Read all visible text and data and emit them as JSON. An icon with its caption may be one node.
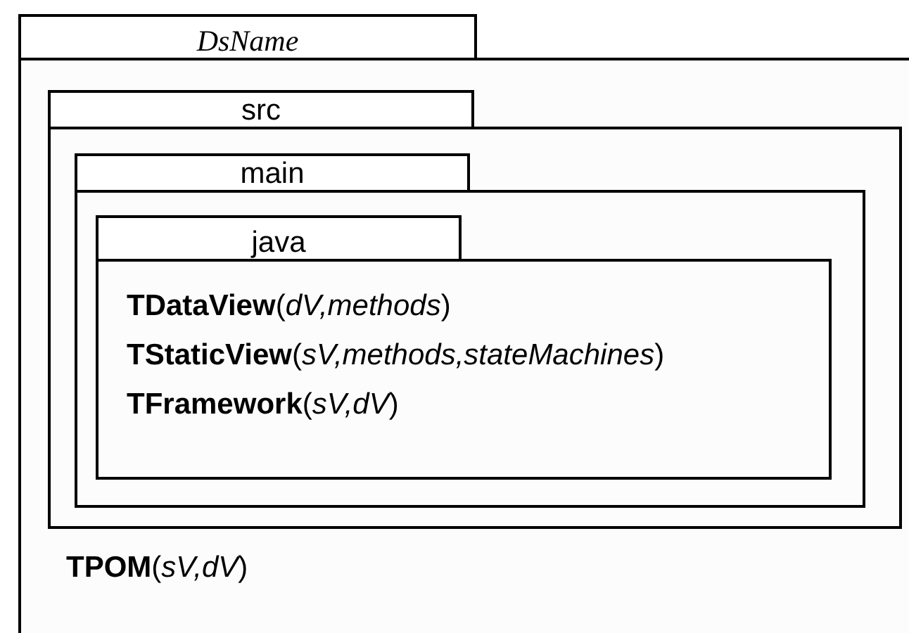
{
  "diagram": {
    "nodes": [
      {
        "text": [
          "DsName",
          "**TPOM**(*sV,dV*)"
        ]
      },
      {
        "text": [
          "src"
        ],
        "in": 0
      },
      {
        "text": [
          "main"
        ],
        "in": 1
      },
      {
        "text": [
          "java",
          "**TDataView**(*dV,methods*)",
          "**TStaticView**(*sV,methods,stateMachines*)",
          "**TFramework**(*sV,dV*)"
        ],
        "in": 2
      }
    ]
  }
}
